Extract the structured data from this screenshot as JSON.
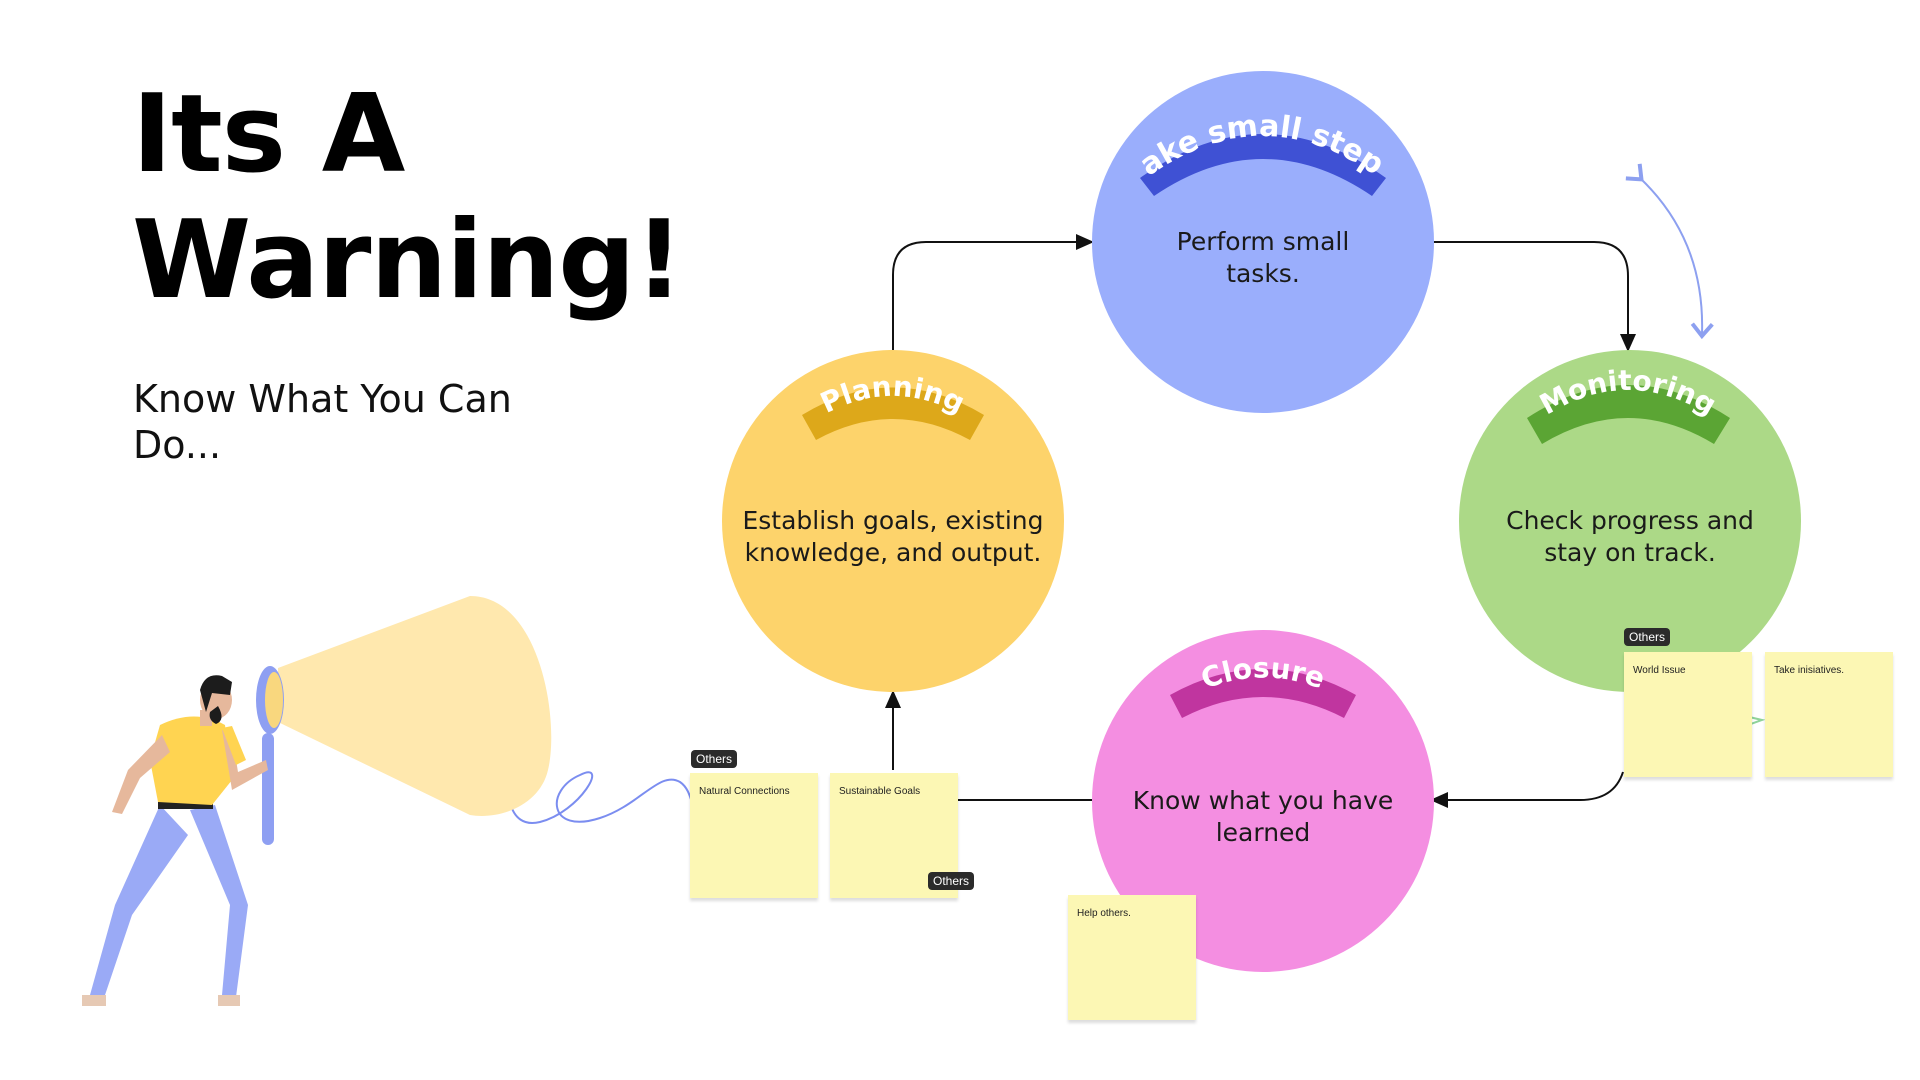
{
  "heading": {
    "line1": "Its  A",
    "line2": "Warning!"
  },
  "subtitle": "Know What You Can Do...",
  "stages": {
    "steps": {
      "label": "Take small steps",
      "text1": "Perform small",
      "text2": "tasks.",
      "color": "#9aaefc",
      "band": "#3f51d4"
    },
    "planning": {
      "label": "Planning",
      "text1": "Establish goals, existing",
      "text2": "knowledge, and output.",
      "color": "#fdd36b",
      "band": "#dda81a"
    },
    "monitoring": {
      "label": "Monitoring",
      "text1": "Check progress and",
      "text2": "stay on track.",
      "color": "#acd987",
      "band": "#5ba534"
    },
    "closure": {
      "label": "Closure",
      "text1": "Know what you have",
      "text2": "learned",
      "color": "#f48ee1",
      "band": "#c0359f"
    }
  },
  "notes": {
    "natural": "Natural Connections",
    "sustainable": "Sustainable Goals",
    "world": "World Issue",
    "initiatives": "Take inisiatives.",
    "help": "Help others."
  },
  "tags": {
    "t1": "Others",
    "t2": "Others",
    "t3": "Others"
  },
  "icons": [
    "person-with-magnifier-icon",
    "star-doodle-icon",
    "double-arrow-icon"
  ]
}
